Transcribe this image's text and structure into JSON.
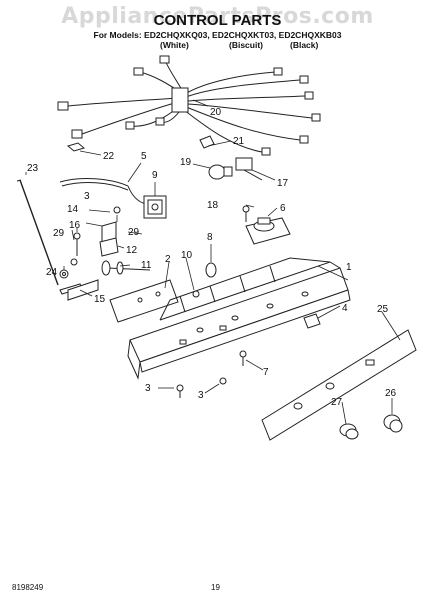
{
  "header": {
    "watermark": "AppliancePartsPros.com",
    "title": "CONTROL PARTS",
    "models_line": "For Models: ED2CHQXKQ03, ED2CHQXKT03, ED2CHQXKB03",
    "variants": [
      "(White)",
      "(Biscuit)",
      "(Black)"
    ]
  },
  "callouts": {
    "c1": "1",
    "c2": "2",
    "c3a": "3",
    "c3b": "3",
    "c3c": "3",
    "c4": "4",
    "c5": "5",
    "c6": "6",
    "c7": "7",
    "c8": "8",
    "c9": "9",
    "c10": "10",
    "c11": "11",
    "c12": "12",
    "c14": "14",
    "c15": "15",
    "c16": "16",
    "c17": "17",
    "c18": "18",
    "c19": "19",
    "c20": "20",
    "c21": "21",
    "c22": "22",
    "c23": "23",
    "c24": "24",
    "c25": "25",
    "c26": "26",
    "c27": "27",
    "c29a": "29",
    "c29b": "29"
  },
  "footer": {
    "doc_number": "8198249",
    "page_number": "19"
  }
}
